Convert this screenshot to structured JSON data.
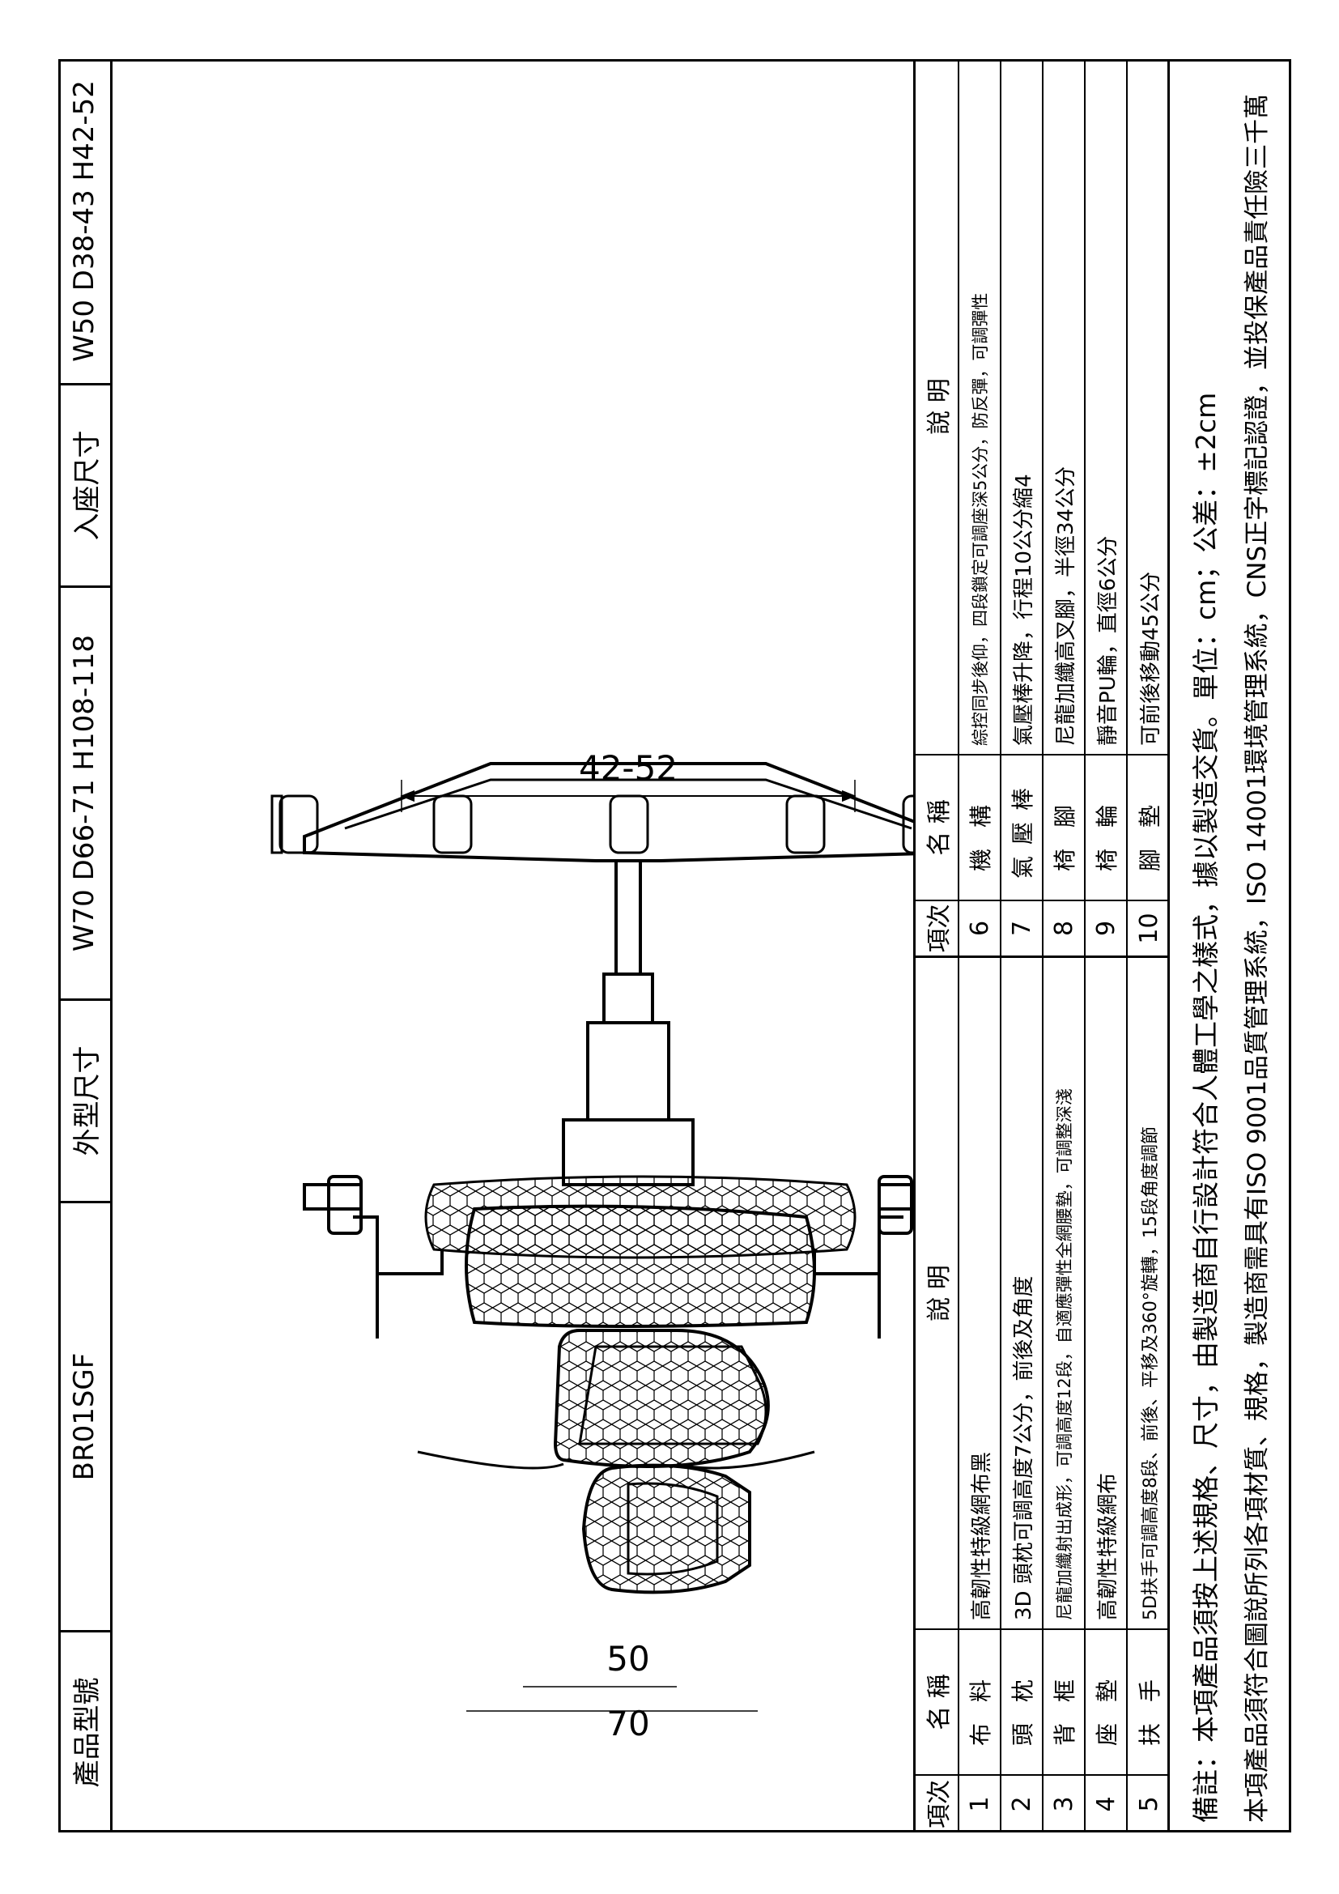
{
  "header": {
    "model_label": "產品型號",
    "model_value": "BR01SGF",
    "outer_label": "外型尺寸",
    "outer_value": "W70 D66-71 H108-118",
    "seat_label": "入座尺寸",
    "seat_value": "W50 D38-43 H42-52"
  },
  "dimensions": {
    "front_width_outer": "70",
    "front_width_inner": "50",
    "front_height": "42-52",
    "side_depth_outer": "66-71",
    "side_depth_inner": "38-43",
    "side_height": "108-118"
  },
  "table": {
    "headers": {
      "item": "項次",
      "name": "名 稱",
      "desc": "說 明"
    },
    "left_rows": [
      {
        "no": "1",
        "name": "布料",
        "desc": "高韌性特級網布黑"
      },
      {
        "no": "2",
        "name": "頭枕",
        "desc": "3D 頭枕可調高度7公分，前後及角度"
      },
      {
        "no": "3",
        "name": "背框",
        "desc": "尼龍加纖射出成形，可調高度12段，自適應彈性全網腰墊，可調整深淺"
      },
      {
        "no": "4",
        "name": "座墊",
        "desc": "高韌性特級網布"
      },
      {
        "no": "5",
        "name": "扶手",
        "desc": "5D扶手可調高度8段、前後、平移及360°旋轉，15段角度調節"
      }
    ],
    "right_rows": [
      {
        "no": "6",
        "name": "機構",
        "desc": "綜控同步後仰，四段鎖定可調座深5公分，防反彈，可調彈性"
      },
      {
        "no": "7",
        "name": "氣壓棒",
        "desc": "氣壓棒升降，行程10公分縮4"
      },
      {
        "no": "8",
        "name": "椅腳",
        "desc": "尼龍加纖高叉腳，半徑34公分"
      },
      {
        "no": "9",
        "name": "椅輪",
        "desc": "靜音PU輪，直徑6公分"
      },
      {
        "no": "10",
        "name": "腳墊",
        "desc": "可前後移動45公分"
      }
    ]
  },
  "notes": {
    "line1": "備註：本項產品須按上述規格、尺寸，由製造商自行設計符合人體工學之樣式，據以製造交貨。單位：cm；公差：±2cm",
    "line2": "本項產品須符合圖說所列各項材質、規格，製造商需具有ISO 9001品質管理系統，ISO 14001環境管理系統，CNS正字標記認證，並投保產品責任險三千萬"
  }
}
